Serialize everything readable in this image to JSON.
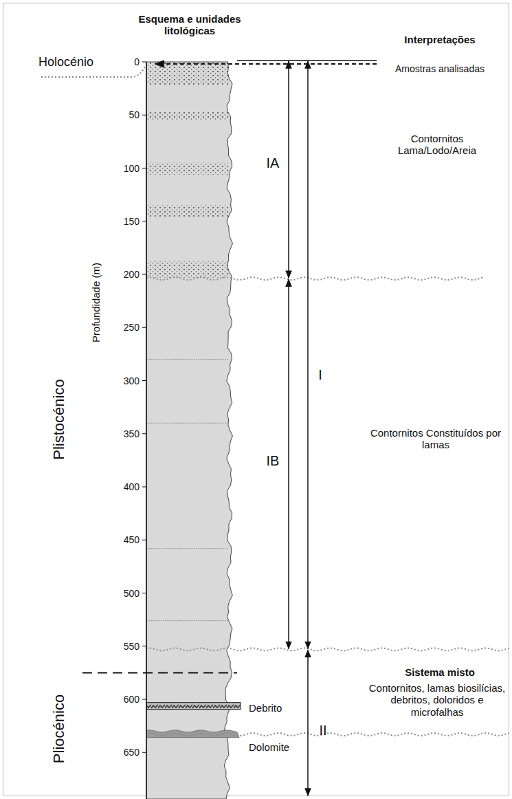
{
  "diagram": {
    "labels": [
      "Esquema e unidades litológicas",
      "Interpretações",
      "Holocénio",
      "Amostras analisadas",
      "0",
      "50",
      "100",
      "150",
      "200",
      "250",
      "300",
      "350",
      "400",
      "450",
      "500",
      "550",
      "600",
      "650",
      "Profundidade (m)",
      "Contornitos Lama/Lodo/Areia",
      "IA",
      "I",
      "Plistocénico",
      "IB",
      "Contornitos Constituídos por lamas",
      "Sistema misto",
      "Contornitos, lamas biosilícias, debritos, doloridos e microfalhas",
      "Debrito",
      "II",
      "Dolomite",
      "Pliocénico"
    ]
  }
}
